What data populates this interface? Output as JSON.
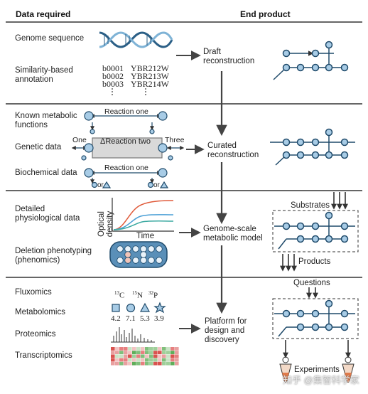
{
  "headers": {
    "left": "Data required",
    "right": "End product"
  },
  "sections": [
    {
      "data": [
        "Genome sequence",
        "Similarity-based\nannotation"
      ],
      "gene_ids_a": "b0001\nb0002\nb0003",
      "gene_ids_b": "YBR212W\nYBR213W\nYBR214W",
      "product": "Draft\nreconstruction"
    },
    {
      "data": [
        "Known metabolic\nfunctions",
        "Genetic data",
        "Biochemical data"
      ],
      "reaction_one_top": "Reaction one",
      "reaction_two": "ΔReaction two",
      "reaction_one_bottom": "Reaction one",
      "one": "One",
      "three": "Three",
      "or1": "or",
      "or2": "or",
      "product": "Curated\nreconstruction"
    },
    {
      "data": [
        "Detailed\nphysiological data",
        "Deletion phenotyping\n(phenomics)"
      ],
      "chart_ylabel": "Optical\ndensity",
      "chart_xlabel": "Time",
      "product": "Genome-scale\nmetabolic model",
      "substrates": "Substrates",
      "products": "Products"
    },
    {
      "data": [
        "Fluxomics",
        "Metabolomics",
        "Proteomics",
        "Transcriptomics"
      ],
      "isotopes": [
        {
          "mass": "13",
          "el": "C"
        },
        {
          "mass": "15",
          "el": "N"
        },
        {
          "mass": "32",
          "el": "P"
        }
      ],
      "metab_values": [
        "4.2",
        "7.1",
        "5.3",
        "3.9"
      ],
      "product": "Platform for\ndesign and\ndiscovery",
      "questions": "Questions",
      "experiments": "Experiments"
    }
  ],
  "watermark": "知乎 @集智科学家",
  "colors": {
    "node_fill": "#a8cce6",
    "node_stroke": "#1f4a6a",
    "line": "#1f4a6a",
    "arrow": "#555555",
    "divider": "#333333",
    "curve_red": "#e05a3a",
    "curve_blue": "#4a9fd6",
    "curve_teal": "#39a8a0"
  }
}
